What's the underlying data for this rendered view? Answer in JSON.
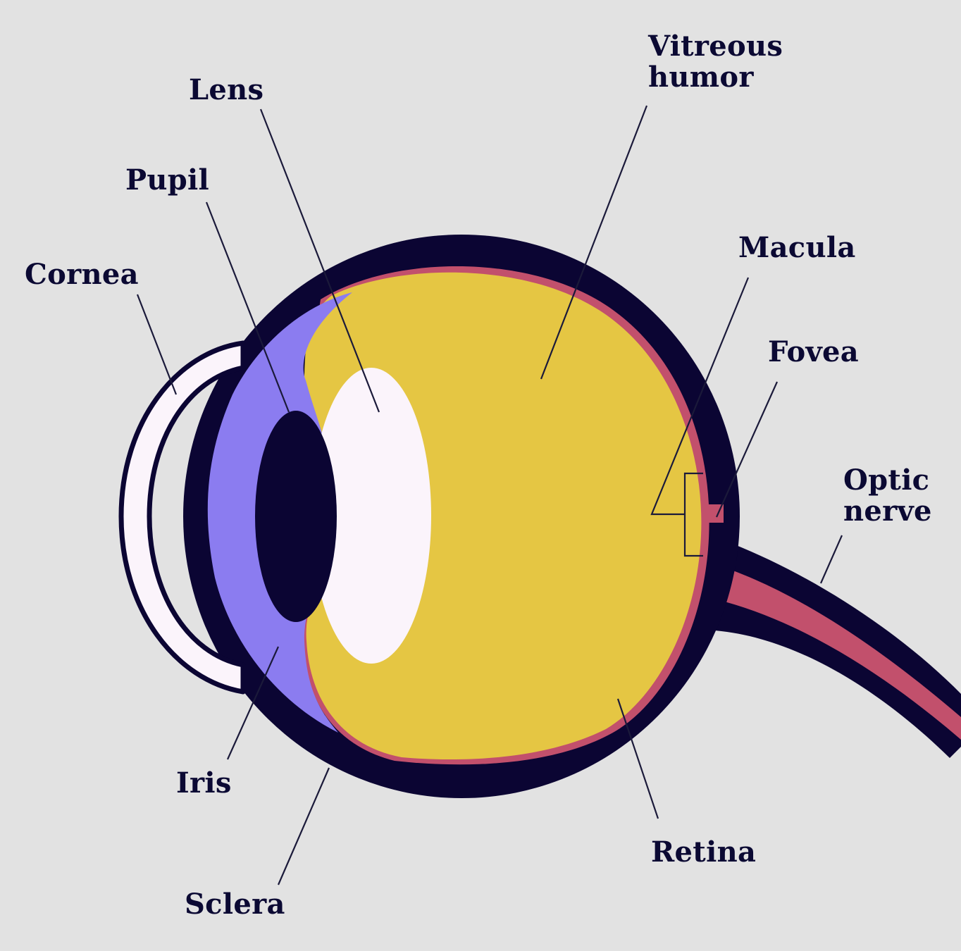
{
  "colors": {
    "background": "#e2e2e2",
    "sclera": "#0b0533",
    "vitreous": "#e5c643",
    "retina": "#c2506c",
    "iris": "#8b7cf0",
    "lens": "#fbf4fb",
    "cornea": "#fbf4fb",
    "pupil": "#0b0533",
    "text": "#0b0933",
    "leader": "#1b1a3a"
  },
  "labels": {
    "lens": "Lens",
    "vitreous_line1": "Vitreous",
    "vitreous_line2": "humor",
    "pupil": "Pupil",
    "cornea": "Cornea",
    "macula": "Macula",
    "fovea": "Fovea",
    "optic_line1": "Optic",
    "optic_line2": "nerve",
    "iris": "Iris",
    "retina": "Retina",
    "sclera": "Sclera"
  }
}
